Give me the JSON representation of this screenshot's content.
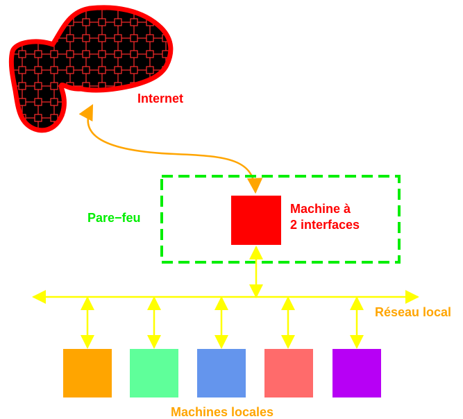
{
  "labels": {
    "internet": "Internet",
    "firewall": "Pare−feu",
    "machine_line1": "Machine à",
    "machine_line2": "2 interfaces",
    "local_network": "Réseau local",
    "local_machines": "Machines locales"
  },
  "colors": {
    "cloud_fill": "#000000",
    "cloud_outline": "#ff0000",
    "internet_label": "#ff0000",
    "firewall_border": "#00ee00",
    "firewall_label": "#00ee00",
    "gateway_machine": "#ff0000",
    "machine_label": "#ff0000",
    "internet_link": "#ffa500",
    "network_bus": "#ffff00",
    "local_labels": "#ffa500"
  },
  "local_machines": [
    {
      "color": "#ffa500"
    },
    {
      "color": "#5fff9a"
    },
    {
      "color": "#6495ed"
    },
    {
      "color": "#ff6b6b"
    },
    {
      "color": "#b700f5"
    }
  ]
}
